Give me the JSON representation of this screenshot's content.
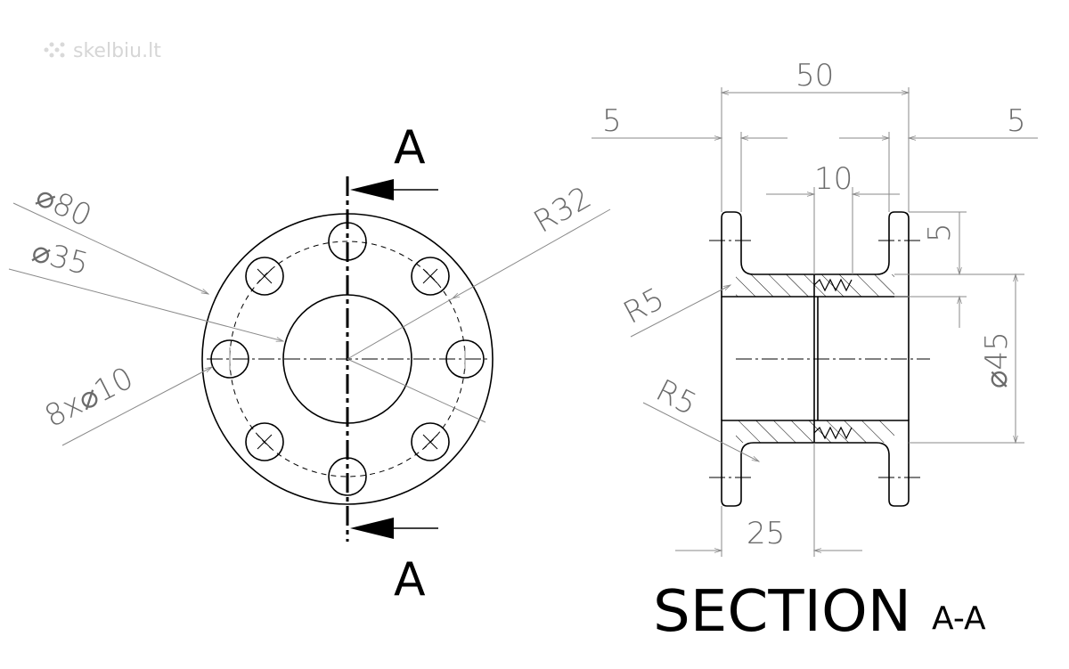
{
  "watermark": "skelbiu.lt",
  "front_view": {
    "section_marker_top": "A",
    "section_marker_bottom": "A",
    "dim_outer_diameter": "⌀80",
    "dim_inner_diameter": "⌀35",
    "dim_radius": "R32",
    "dim_holes": "8x⌀10"
  },
  "section_view": {
    "dim_total_width": "50",
    "dim_flange_left": "5",
    "dim_flange_right": "5",
    "dim_center_width": "10",
    "dim_flange_height": "5",
    "dim_bore": "⌀45",
    "dim_fillet_top": "R5",
    "dim_fillet_bottom": "R5",
    "dim_half_width": "25",
    "title": "SECTION",
    "title_suffix": "A-A"
  },
  "colors": {
    "line": "#000000",
    "dimension": "#8a8a8a",
    "watermark": "#d6d6d6"
  }
}
